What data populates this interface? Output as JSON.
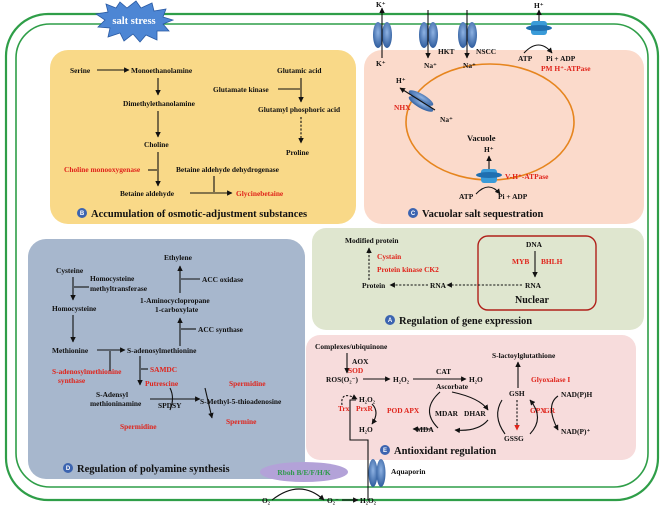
{
  "salt_stress": "salt stress",
  "top": {
    "k_top": "K⁺",
    "k_bot": "K⁺",
    "na1": "Na⁺",
    "na2": "Na⁺",
    "hkt": "HKT",
    "nscc": "NSCC",
    "h_top": "H⁺",
    "atp": "ATP",
    "pi_adp": "Pi + ADP",
    "pm_atpase": "PM H⁺-ATPase"
  },
  "osmotic": {
    "serine": "Serine",
    "monoethanolamine": "Monoethanolamine",
    "dimethylethanolamine": "Dimethylethanolamine",
    "choline": "Choline",
    "choline_monooxygenase": "Choline monooxygenase",
    "betaine_aldehyde": "Betaine aldehyde",
    "bad": "Betaine aldehyde dehydrogenase",
    "glycinebetaine": "Glycinebetaine",
    "glutamic_acid": "Glutamic acid",
    "glutamate_kinase": "Glutamate kinase",
    "glutamyl": "Glutamyl phosphoric acid",
    "proline": "Proline",
    "badge": "B",
    "title": "Accumulation of osmotic-adjustment substances"
  },
  "vacuole": {
    "h_plus": "H⁺",
    "nhx": "NHX",
    "na_plus": "Na⁺",
    "vacuole": "Vacuole",
    "h_plus2": "H⁺",
    "v_atpase": "V-H⁺-ATPase",
    "atp": "ATP",
    "pi_adp": "Pi + ADP",
    "badge": "C",
    "title": "Vacuolar salt sequestration"
  },
  "gene": {
    "modified_protein": "Modified protein",
    "cystain": "Cystain",
    "ck2": "Protein kinase CK2",
    "protein": "Protein",
    "rna_left": "RNA",
    "dna": "DNA",
    "myb": "MYB",
    "bhlh": "BHLH",
    "rna": "RNA",
    "nuclear": "Nuclear",
    "badge": "A",
    "title": "Regulation of gene expression"
  },
  "polyamine": {
    "ethylene": "Ethylene",
    "acc_oxidase": "ACC oxidase",
    "cysteine": "Cysteine",
    "hmt1": "Homocysteine",
    "hmt2": "methyltransferase",
    "acc1": "1-Aminocyclopropane",
    "acc2": "1-carboxylate",
    "homocysteine": "Homocysteine",
    "acc_synthase": "ACC synthase",
    "methionine": "Methionine",
    "sam": "S-adenosylmethionine",
    "sams1": "S-adenosylmethionine",
    "sams2": "synthase",
    "samdc": "SAMDC",
    "putrescine": "Putrescine",
    "spermidine1": "Spermidine",
    "sad1": "S-Adensyl",
    "sad2": "methioninamine",
    "spdsy": "SPDSY",
    "mta": "S-Methyl-5-thioadenosine",
    "spermidine2": "Spermidine",
    "spermine": "Spermine",
    "badge": "D",
    "title": "Regulation of polyamine synthesis"
  },
  "antioxidant": {
    "complexes": "Complexes/ubiquinone",
    "aox": "AOX",
    "ros": "ROS(O₂⁻)",
    "sod": "SOD",
    "h2o2": "H₂O₂",
    "cat": "CAT",
    "h2o": "H₂O",
    "ascorbate": "Ascorbate",
    "h2o2b": "H₂O₂",
    "trx": "Trx",
    "prxr": "PrxR",
    "pod_apx": "POD APX",
    "mdar": "MDAR",
    "dhar": "DHAR",
    "h2o_b": "H₂O",
    "mda": "MDA",
    "lactoyl": "S-lactoylglutathione",
    "glyoxalase": "Glyoxalase I",
    "gsh": "GSH",
    "nadph": "NAD(P)H",
    "gpx": "GPX",
    "gr": "GR",
    "gssg": "GSSG",
    "nadp": "NAD(P)⁺",
    "badge": "E",
    "title": "Antioxidant regulation"
  },
  "bottom": {
    "rboh": "Rboh B/E/F/H/K",
    "aquaporin": "Aquaporin",
    "o2": "O₂",
    "o2m": "O₂⁻",
    "h2o2": "H₂O₂"
  }
}
